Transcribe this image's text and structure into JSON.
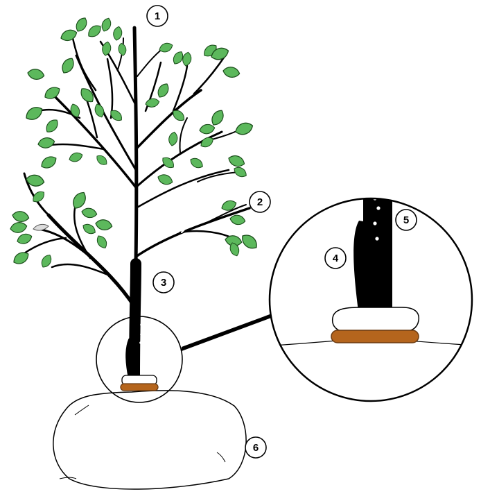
{
  "callouts": [
    {
      "id": "callout-1",
      "label": "1"
    },
    {
      "id": "callout-2",
      "label": "2"
    },
    {
      "id": "callout-3",
      "label": "3"
    },
    {
      "id": "callout-4",
      "label": "4"
    },
    {
      "id": "callout-5",
      "label": "5"
    },
    {
      "id": "callout-6",
      "label": "6"
    }
  ],
  "colors": {
    "leaf": "#5cb85c",
    "leaf_outline": "#1a4d1a",
    "trunk": "#000000",
    "collar_wrap": "#ffffff",
    "mulch_ring": "#b5651d",
    "mulch_outline": "#6b3a10"
  }
}
